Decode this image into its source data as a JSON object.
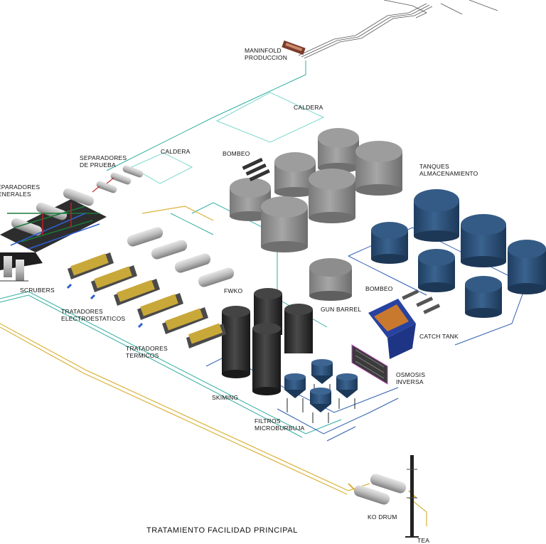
{
  "title": "TRATAMIENTO  FACILIDAD PRINCIPAL",
  "colors": {
    "pipe_teal": "#2fae9f",
    "pipe_yellow": "#d9b23a",
    "pipe_blue": "#2f5fb0",
    "tank_gray": "#8e8e8e",
    "tank_navy": "#2c5078",
    "tank_black": "#2a2a2a"
  },
  "labels": {
    "maninfold": "MANINFOLD\nPRODUCCION",
    "caldera_top": "CALDERA",
    "caldera_left": "CALDERA",
    "separadores_prueba": "SEPARADORES\nDE PRUEBA",
    "bombeo_top": "BOMBEO",
    "separadores_generales": "SEPARADORES\nGENERALES",
    "tanques": "TANQUES\nALMACENAMIENTO",
    "scrubers": "SCRUBERS",
    "fwko": "FWKO",
    "tratadores_electro": "TRATADORES\nELECTROESTATICOS",
    "bombeo_right": "BOMBEO",
    "gun_barrel": "GUN BARREL",
    "catch_tank": "CATCH TANK",
    "tratadores_termicos": "TRATADORES\nTERMICOS",
    "osmosis": "OSMOSIS\nINVERSA",
    "skiming": "SKIMING",
    "filtros": "FILTROS\nMICROBURBUJA",
    "ko_drum": "KO DRUM",
    "tea": "TEA"
  }
}
